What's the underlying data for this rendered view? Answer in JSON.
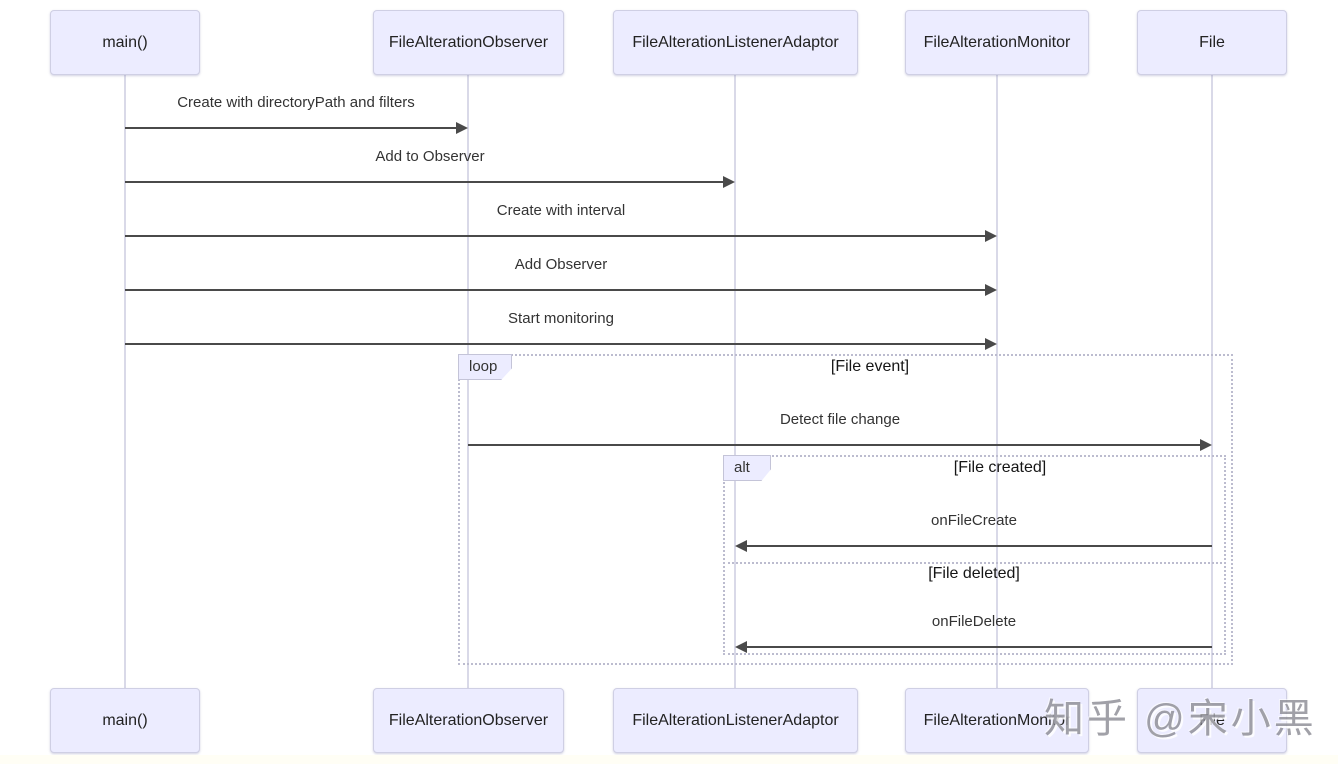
{
  "diagram_type": "sequence-diagram",
  "participants": [
    {
      "name": "main()"
    },
    {
      "name": "FileAlterationObserver"
    },
    {
      "name": "FileAlterationListenerAdaptor"
    },
    {
      "name": "FileAlterationMonitor"
    },
    {
      "name": "File"
    }
  ],
  "messages": [
    {
      "from": "main()",
      "to": "FileAlterationObserver",
      "label": "Create with directoryPath and filters",
      "direction": "right"
    },
    {
      "from": "main()",
      "to": "FileAlterationListenerAdaptor",
      "label": "Add to Observer",
      "direction": "right"
    },
    {
      "from": "main()",
      "to": "FileAlterationMonitor",
      "label": "Create with interval",
      "direction": "right"
    },
    {
      "from": "main()",
      "to": "FileAlterationMonitor",
      "label": "Add Observer",
      "direction": "right"
    },
    {
      "from": "main()",
      "to": "FileAlterationMonitor",
      "label": "Start monitoring",
      "direction": "right"
    },
    {
      "from": "FileAlterationObserver",
      "to": "File",
      "label": "Detect file change",
      "direction": "right"
    },
    {
      "from": "File",
      "to": "FileAlterationListenerAdaptor",
      "label": "onFileCreate",
      "direction": "left"
    },
    {
      "from": "File",
      "to": "FileAlterationListenerAdaptor",
      "label": "onFileDelete",
      "direction": "left"
    }
  ],
  "frames": {
    "loop": {
      "label": "loop",
      "guard": "[File event]"
    },
    "alt": {
      "label": "alt",
      "sections": [
        "[File created]",
        "[File deleted]"
      ]
    }
  },
  "watermark": "知乎 @宋小黑",
  "colors": {
    "actor_fill": "#ECECFF",
    "actor_border": "#CFCFE4",
    "arrow": "#4A4A4A",
    "frame_border": "#BCBCCF",
    "lifeline": "#D9D9E8",
    "page_bottom": "#FFFEF5"
  }
}
